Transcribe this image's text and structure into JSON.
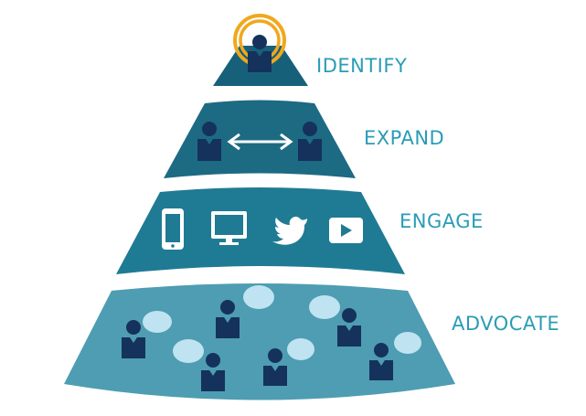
{
  "colors": {
    "label": "#2a9cb6",
    "tier_top": "#17607a",
    "tier_2": "#1d6a83",
    "tier_3": "#1f7b93",
    "tier_bottom": "#4e9db2",
    "person": "#15325c",
    "bubble": "#bfe3f1",
    "highlight_ring": "#f0a81e",
    "device": "#ffffff",
    "arrow": "#ffffff"
  },
  "tiers": [
    {
      "label": "IDENTIFY",
      "icons": [
        "person-icon",
        "highlight-ring-icon"
      ]
    },
    {
      "label": "EXPAND",
      "icons": [
        "person-icon",
        "double-arrow-icon",
        "person-icon"
      ]
    },
    {
      "label": "ENGAGE",
      "icons": [
        "phone-icon",
        "monitor-icon",
        "twitter-bird-icon",
        "play-button-icon"
      ]
    },
    {
      "label": "ADVOCATE",
      "icons": [
        "person-with-speech-bubble-icon"
      ]
    }
  ]
}
